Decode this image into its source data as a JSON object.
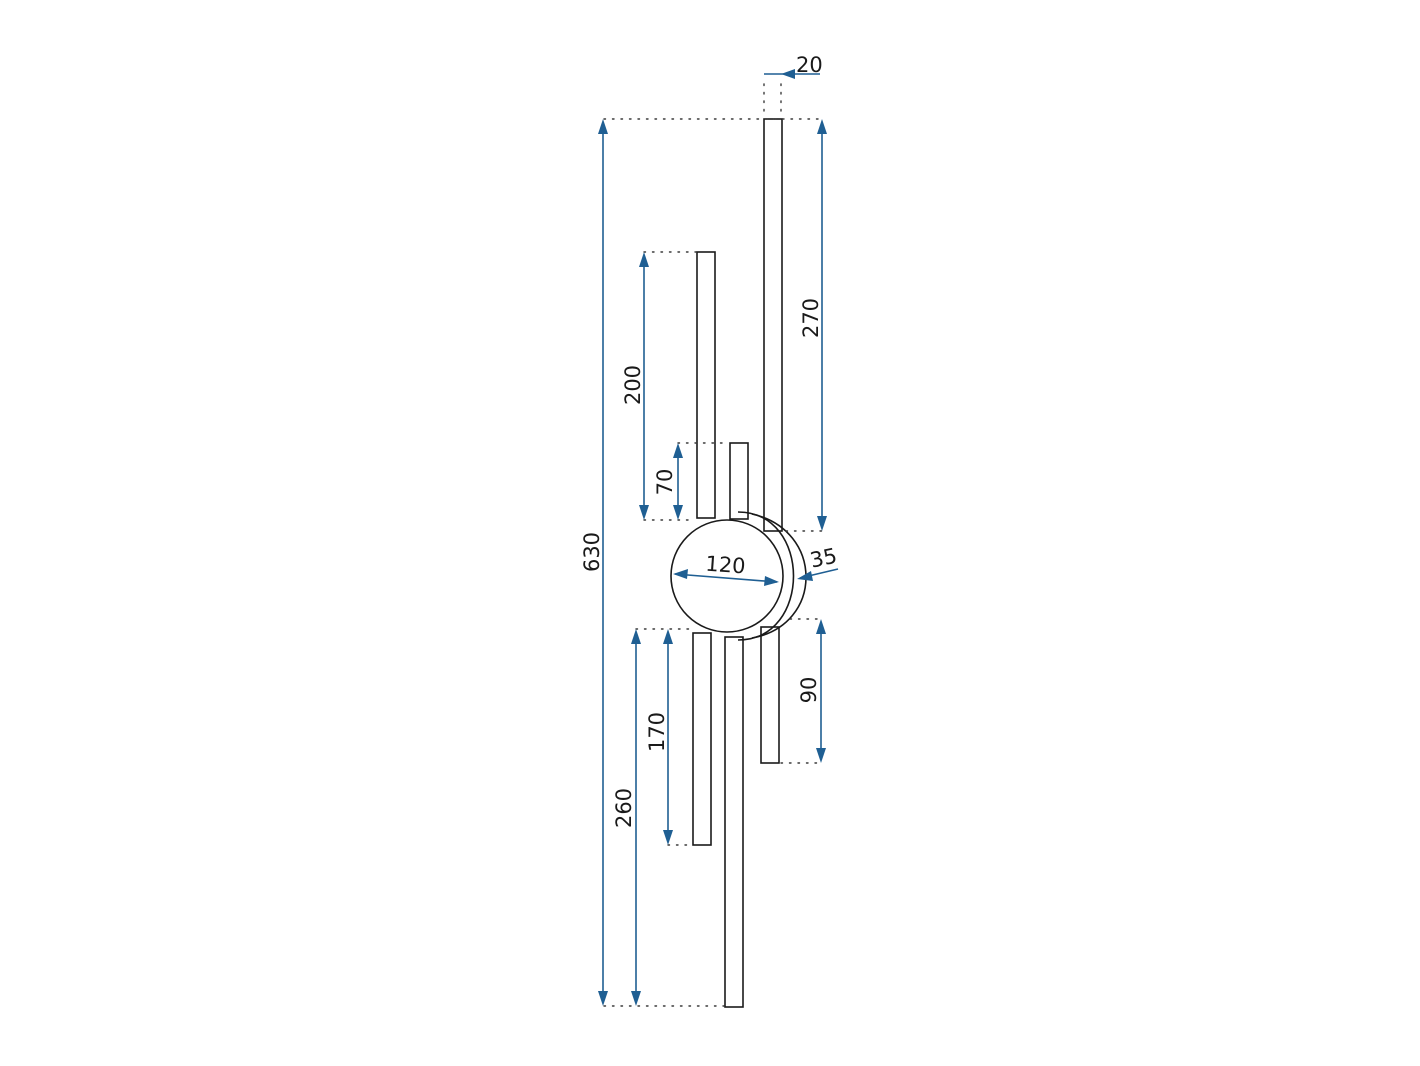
{
  "colors": {
    "background": "#ffffff",
    "outline": "#1a1a1a",
    "dimension": "#1f5f93"
  },
  "dimensions": {
    "top_rod_width": "20",
    "top_right_rod_length": "270",
    "upper_left_rod_length": "200",
    "short_rod_length": "70",
    "disc_depth": "35",
    "disc_diameter": "120",
    "overall_height": "630",
    "lower_right_rod_length": "90",
    "lower_left_rod_length": "170",
    "bottom_rod_length": "260"
  }
}
